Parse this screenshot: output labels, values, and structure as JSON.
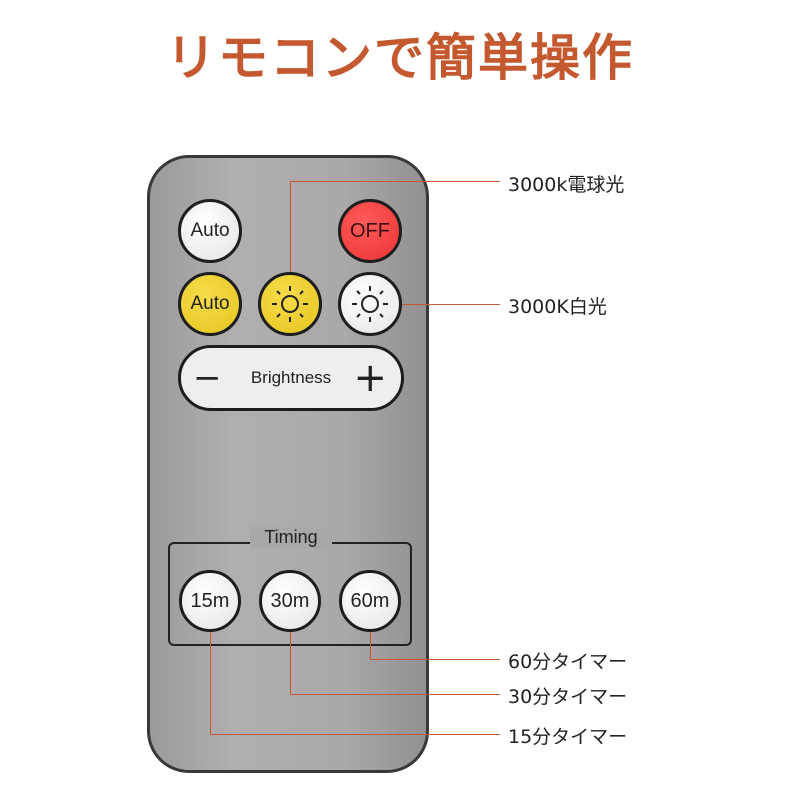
{
  "title": "リモコンで簡単操作",
  "remote": {
    "auto_white": "Auto",
    "off": "OFF",
    "auto_yellow": "Auto",
    "brightness": "Brightness",
    "minus": "−",
    "plus": "+",
    "timing": "Timing",
    "t15": "15m",
    "t30": "30m",
    "t60": "60m"
  },
  "callouts": {
    "warm": "3000k電球光",
    "white": "3000K白光",
    "m60": "60分タイマー",
    "m30": "30分タイマー",
    "m15": "15分タイマー"
  },
  "colors": {
    "accent": "#c4582f",
    "yellow": "#e6c51f",
    "red": "#ec3434"
  }
}
